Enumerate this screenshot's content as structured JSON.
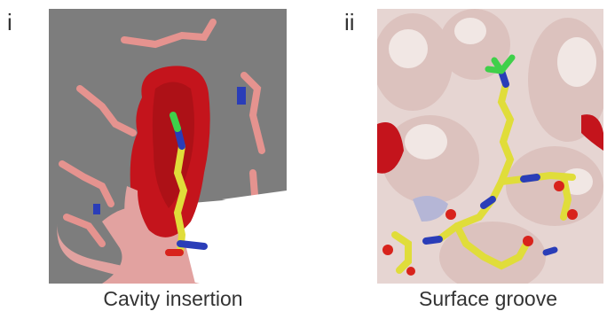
{
  "panels": [
    {
      "letter": "i",
      "caption": "Cavity insertion"
    },
    {
      "letter": "ii",
      "caption": "Surface groove"
    }
  ],
  "colors": {
    "background_gray": "#7d7d7d",
    "surface_red": "#c4141c",
    "surface_pink": "#e2a2a0",
    "surface_light": "#e6d5d2",
    "ligand_yellow": "#e0dd3a",
    "nitrogen_blue": "#2a3db8",
    "oxygen_red": "#d8231c",
    "green_atom": "#3fd04a",
    "stick_pink": "#e5938f"
  }
}
